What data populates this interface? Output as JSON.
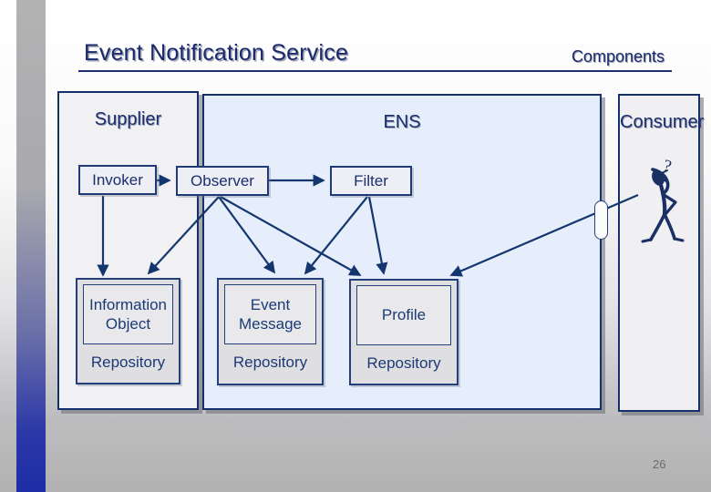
{
  "slide": {
    "title": "Event Notification Service",
    "subtitle": "Components",
    "page_number": "26"
  },
  "panels": {
    "supplier": {
      "label": "Supplier"
    },
    "ens": {
      "label": "ENS"
    },
    "consumer": {
      "label": "Consumer",
      "question_mark": "?"
    }
  },
  "nodes": {
    "invoker": {
      "label": "Invoker"
    },
    "observer": {
      "label": "Observer"
    },
    "filter": {
      "label": "Filter"
    }
  },
  "repositories": [
    {
      "title": "Information Object",
      "caption": "Repository"
    },
    {
      "title": "Event Message",
      "caption": "Repository"
    },
    {
      "title": "Profile",
      "caption": "Repository"
    }
  ],
  "icons": {
    "consumer_figure": "confused-person-icon"
  },
  "colors": {
    "navy_text": "#1b2e6e",
    "line": "#14366e",
    "ens_fill": "#e6edfb",
    "panel_fill": "#f1f1f3",
    "accent_blue": "#1e2da6",
    "page_bg_bottom": "#b2b2b3"
  }
}
